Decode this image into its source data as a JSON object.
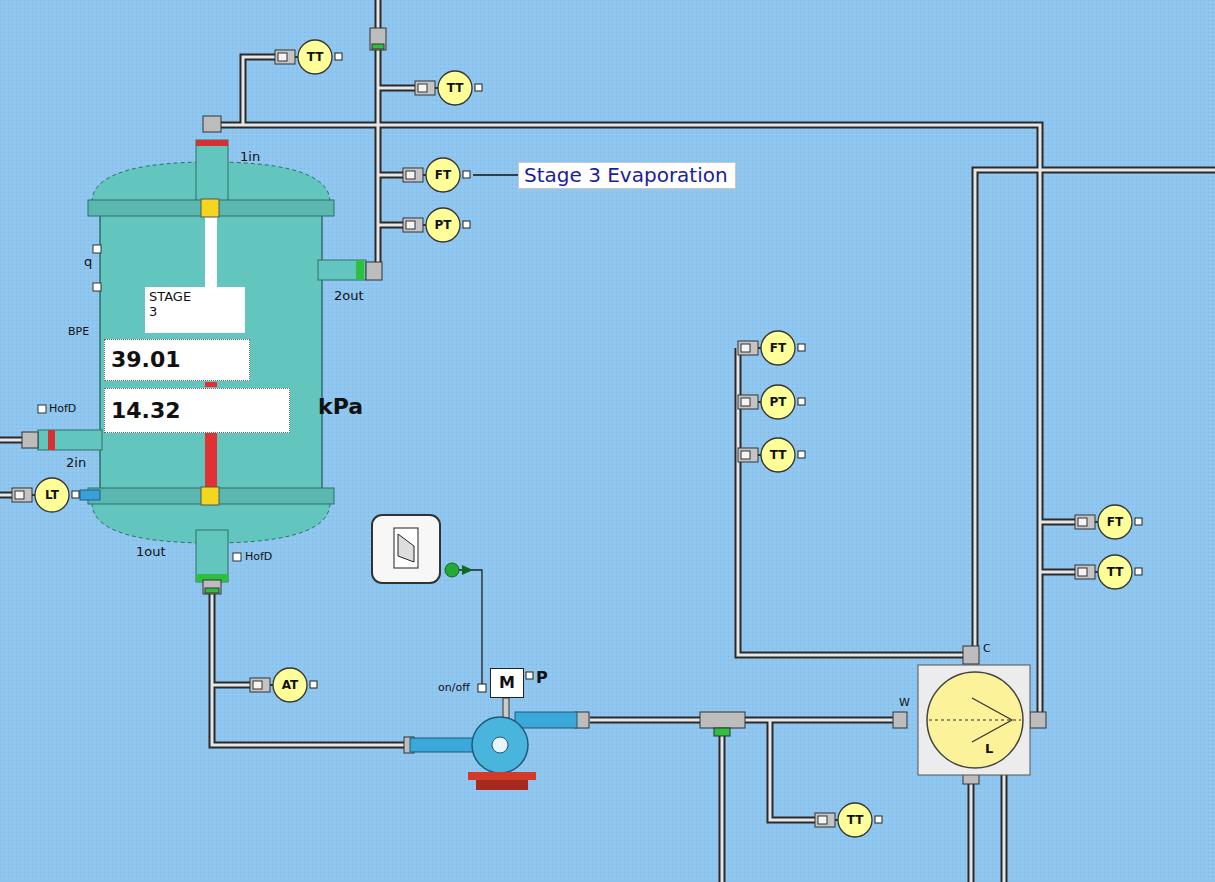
{
  "diagram": {
    "nodes": [
      {
        "text": [
          "TT"
        ]
      },
      {
        "text": [
          "TT"
        ]
      },
      {
        "text": [
          "FT"
        ]
      },
      {
        "text": [
          "Stage 3 Evaporation"
        ]
      },
      {
        "text": [
          "PT"
        ]
      },
      {
        "text": [
          "STAGE 3"
        ]
      },
      {
        "text": [
          "FT"
        ]
      },
      {
        "text": [
          "39.01"
        ]
      },
      {
        "text": [
          "PT"
        ]
      },
      {
        "text": [
          "14.32"
        ]
      },
      {
        "text": [
          "TT"
        ]
      },
      {
        "text": [
          "LT"
        ]
      },
      {
        "text": [
          "FT"
        ]
      },
      {
        "text": [
          "TT"
        ]
      },
      {
        "text": [
          "M"
        ]
      },
      {
        "text": [
          "AT"
        ]
      },
      {
        "text": [
          "TT"
        ]
      }
    ],
    "edges": [
      {
        "from": 2,
        "to": 3,
        "arrow": "none"
      }
    ],
    "labels": [
      "1in",
      "2out",
      "q",
      "BPE",
      "HofD",
      "kPa",
      "2in",
      "1out",
      "HofD",
      "on/off",
      "P",
      "C",
      "W",
      "L"
    ]
  }
}
